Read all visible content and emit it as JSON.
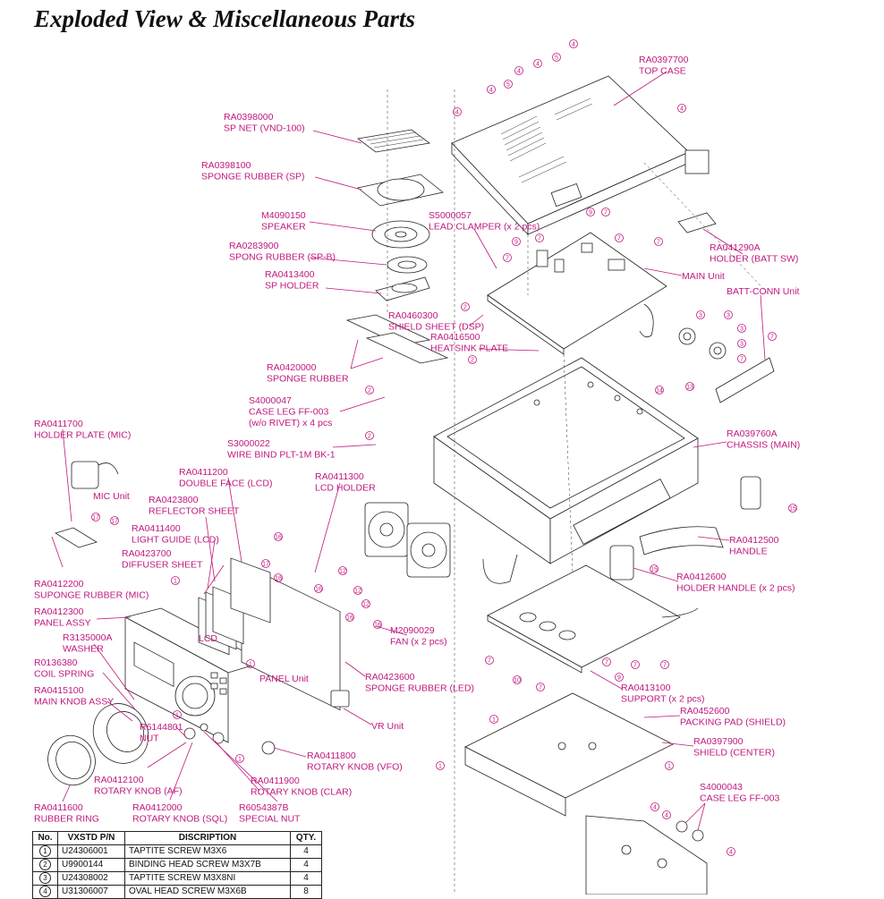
{
  "title": "Exploded View & Miscellaneous Parts",
  "labels": [
    {
      "id": "top-case",
      "lines": [
        "RA0397700",
        "TOP CASE"
      ]
    },
    {
      "id": "sp-net",
      "lines": [
        "RA0398000",
        "SP NET (VND-100)"
      ]
    },
    {
      "id": "sponge-rubber-sp",
      "lines": [
        "RA0398100",
        "SPONGE RUBBER (SP)"
      ]
    },
    {
      "id": "speaker",
      "lines": [
        "M4090150",
        "SPEAKER"
      ]
    },
    {
      "id": "lead-clamper",
      "lines": [
        "S5000057",
        "LEAD CLAMPER (x 2 pcs)"
      ]
    },
    {
      "id": "spong-rubber-spb",
      "lines": [
        "RA0283900",
        "SPONG RUBBER (SP-B)"
      ]
    },
    {
      "id": "sp-holder",
      "lines": [
        "RA0413400",
        "SP HOLDER"
      ]
    },
    {
      "id": "holder-batt-sw",
      "lines": [
        "RA041290A",
        "HOLDER (BATT SW)"
      ]
    },
    {
      "id": "main-unit",
      "lines": [
        "MAIN Unit"
      ]
    },
    {
      "id": "batt-conn-unit",
      "lines": [
        "BATT-CONN Unit"
      ]
    },
    {
      "id": "shield-sheet-dsp",
      "lines": [
        "RA0460300",
        "SHIELD SHEET (DSP)"
      ]
    },
    {
      "id": "heatsink-plate",
      "lines": [
        "RA0416500",
        "HEATSINK PLATE"
      ]
    },
    {
      "id": "sponge-rubber",
      "lines": [
        "RA0420000",
        "SPONGE RUBBER"
      ]
    },
    {
      "id": "case-leg-ff003-rivet",
      "lines": [
        "S4000047",
        "CASE LEG FF-003",
        "(w/o RIVET) x 4 pcs"
      ]
    },
    {
      "id": "holder-plate-mic",
      "lines": [
        "RA0411700",
        "HOLDER PLATE (MIC)"
      ]
    },
    {
      "id": "wire-bind",
      "lines": [
        "S3000022",
        "WIRE BIND PLT-1M BK-1"
      ]
    },
    {
      "id": "chassis-main",
      "lines": [
        "RA039760A",
        "CHASSIS (MAIN)"
      ]
    },
    {
      "id": "double-face-lcd",
      "lines": [
        "RA0411200",
        "DOUBLE FACE (LCD)"
      ]
    },
    {
      "id": "lcd-holder",
      "lines": [
        "RA0411300",
        "LCD HOLDER"
      ]
    },
    {
      "id": "mic-unit",
      "lines": [
        "MIC Unit"
      ]
    },
    {
      "id": "reflector-sheet",
      "lines": [
        "RA0423800",
        "REFLECTOR SHEET"
      ]
    },
    {
      "id": "light-guide-lcd",
      "lines": [
        "RA0411400",
        "LIGHT GUIDE (LCD)"
      ]
    },
    {
      "id": "handle",
      "lines": [
        "RA0412500",
        "HANDLE"
      ]
    },
    {
      "id": "diffuser-sheet",
      "lines": [
        "RA0423700",
        "DIFFUSER SHEET"
      ]
    },
    {
      "id": "holder-handle",
      "lines": [
        "RA0412600",
        "HOLDER HANDLE (x 2 pcs)"
      ]
    },
    {
      "id": "suponge-rubber-mic",
      "lines": [
        "RA0412200",
        "SUPONGE RUBBER (MIC)"
      ]
    },
    {
      "id": "panel-assy",
      "lines": [
        "RA0412300",
        "PANEL ASSY"
      ]
    },
    {
      "id": "fan",
      "lines": [
        "M2090029",
        "FAN (x 2 pcs)"
      ]
    },
    {
      "id": "washer",
      "lines": [
        "R3135000A",
        "WASHER"
      ]
    },
    {
      "id": "lcd",
      "lines": [
        "LCD"
      ]
    },
    {
      "id": "coil-spring",
      "lines": [
        "R0136380",
        "COIL SPRING"
      ]
    },
    {
      "id": "sponge-rubber-led",
      "lines": [
        "RA0423600",
        "SPONGE RUBBER (LED)"
      ]
    },
    {
      "id": "panel-unit",
      "lines": [
        "PANEL Unit"
      ]
    },
    {
      "id": "support",
      "lines": [
        "RA0413100",
        "SUPPORT (x 2 pcs)"
      ]
    },
    {
      "id": "main-knob-assy",
      "lines": [
        "RA0415100",
        "MAIN KNOB ASSY"
      ]
    },
    {
      "id": "packing-pad",
      "lines": [
        "RA0452600",
        "PACKING PAD (SHIELD)"
      ]
    },
    {
      "id": "vr-unit",
      "lines": [
        "VR Unit"
      ]
    },
    {
      "id": "nut",
      "lines": [
        "R6144801",
        "NUT"
      ]
    },
    {
      "id": "shield-center",
      "lines": [
        "RA0397900",
        "SHIELD (CENTER)"
      ]
    },
    {
      "id": "rotary-knob-vfo",
      "lines": [
        "RA0411800",
        "ROTARY KNOB (VFO)"
      ]
    },
    {
      "id": "rotary-knob-af",
      "lines": [
        "RA0412100",
        "ROTARY KNOB (AF)"
      ]
    },
    {
      "id": "rotary-knob-clar",
      "lines": [
        "RA0411900",
        "ROTARY KNOB (CLAR)"
      ]
    },
    {
      "id": "case-leg-ff003",
      "lines": [
        "S4000043",
        "CASE LEG FF-003"
      ]
    },
    {
      "id": "rubber-ring",
      "lines": [
        "RA0411600",
        "RUBBER RING"
      ]
    },
    {
      "id": "rotary-knob-sql",
      "lines": [
        "RA0412000",
        "ROTARY KNOB (SQL)"
      ]
    },
    {
      "id": "special-nut",
      "lines": [
        "R6054387B",
        "SPECIAL NUT"
      ]
    }
  ],
  "table": {
    "headers": [
      "No.",
      "VXSTD P/N",
      "DISCRIPTION",
      "QTY."
    ],
    "rows": [
      {
        "no": "1",
        "pn": "U24306001",
        "desc": "TAPTITE SCREW M3X6",
        "qty": "4"
      },
      {
        "no": "2",
        "pn": "U9900144",
        "desc": "BINDING HEAD SCREW M3X7B",
        "qty": "4"
      },
      {
        "no": "3",
        "pn": "U24308002",
        "desc": "TAPTITE SCREW M3X8NI",
        "qty": "4"
      },
      {
        "no": "4",
        "pn": "U31306007",
        "desc": "OVAL HEAD SCREW M3X6B",
        "qty": "8"
      }
    ]
  }
}
